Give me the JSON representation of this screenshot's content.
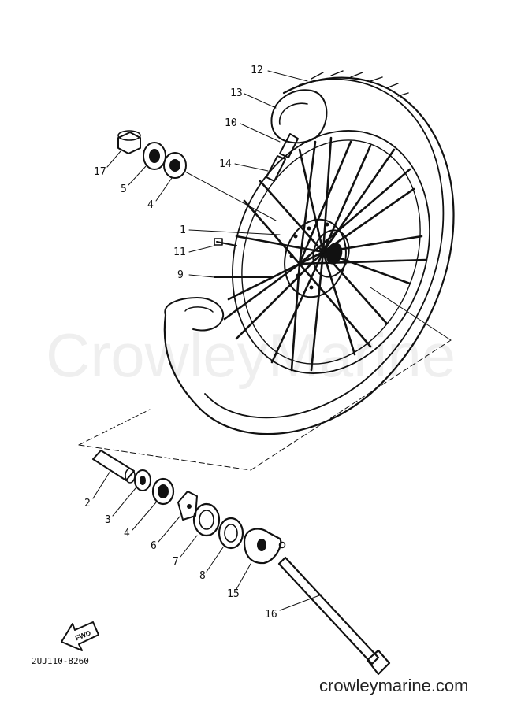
{
  "callouts": [
    {
      "label": "12"
    },
    {
      "label": "13"
    },
    {
      "label": "10"
    },
    {
      "label": "14"
    },
    {
      "label": "17"
    },
    {
      "label": "5"
    },
    {
      "label": "4"
    },
    {
      "label": "1"
    },
    {
      "label": "11"
    },
    {
      "label": "9"
    },
    {
      "label": "2"
    },
    {
      "label": "3"
    },
    {
      "label": "4"
    },
    {
      "label": "6"
    },
    {
      "label": "7"
    },
    {
      "label": "8"
    },
    {
      "label": "15"
    },
    {
      "label": "16"
    }
  ],
  "fwd_label": "FWD",
  "part_code": "2UJ110-8260",
  "watermark": "CrowleyMarine",
  "site_text": "crowleymarine.com"
}
